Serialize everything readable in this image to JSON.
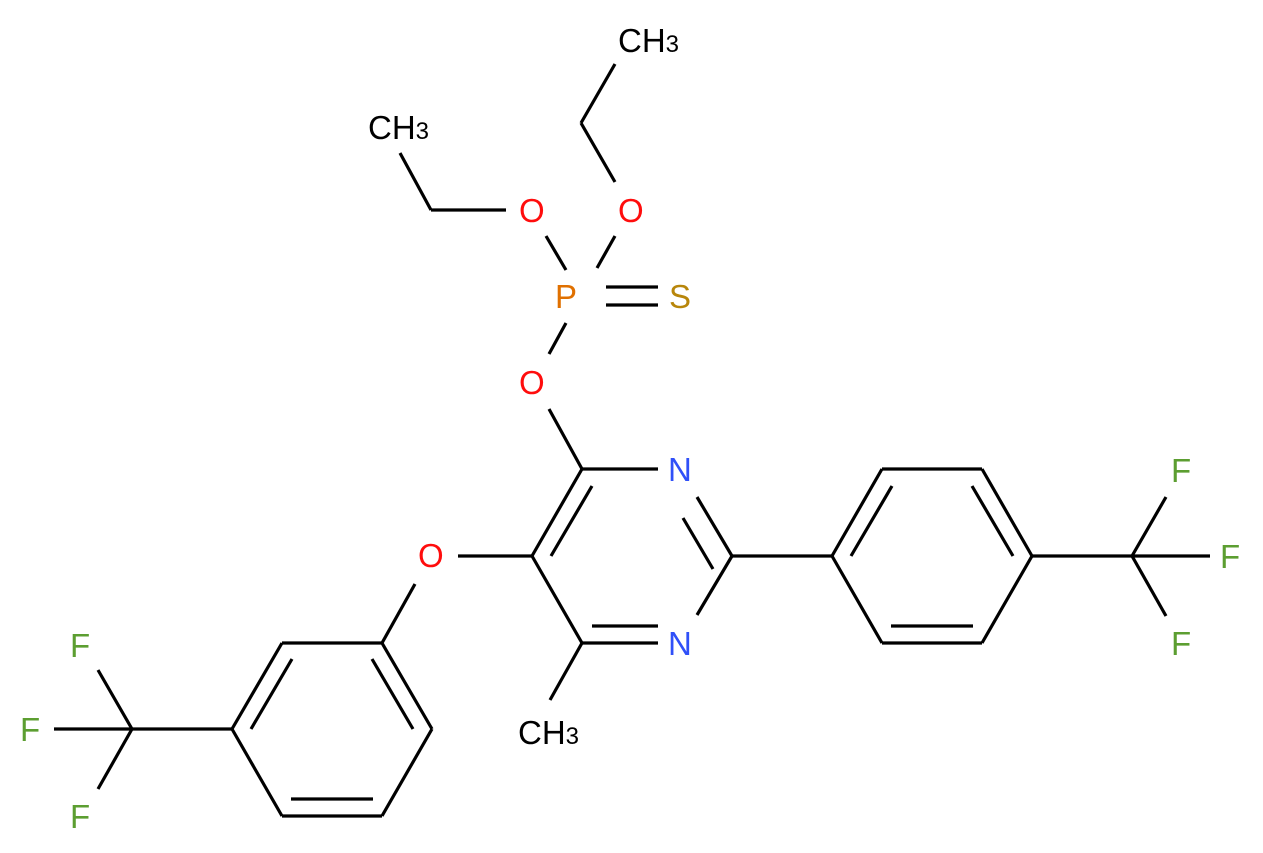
{
  "molecule": {
    "name": "O,O-diethyl O-[6-methyl-5-[3-(trifluoromethyl)phenoxy]-2-[4-(trifluoromethyl)phenyl]pyrimidin-4-yl] phosphorothioate",
    "colors": {
      "carbon": "#000000",
      "oxygen": "#ff0d0d",
      "nitrogen": "#3050f8",
      "phosphorus": "#e07000",
      "sulfur": "#b8860b",
      "fluorine": "#5c9e31",
      "background": "#ffffff"
    },
    "labels": {
      "ch3_top": "CH",
      "ch3_top_sub": "3",
      "ch3_left": "CH",
      "ch3_left_sub": "3",
      "ch3_bottom": "CH",
      "ch3_bottom_sub": "3",
      "o_ethoxy_left": "O",
      "o_ethoxy_right": "O",
      "o_phosphate": "O",
      "o_ether": "O",
      "p": "P",
      "s": "S",
      "n_top": "N",
      "n_bottom": "N",
      "f_left_top": "F",
      "f_left_mid": "F",
      "f_left_bottom": "F",
      "f_right_top": "F",
      "f_right_mid": "F",
      "f_right_bottom": "F"
    }
  }
}
